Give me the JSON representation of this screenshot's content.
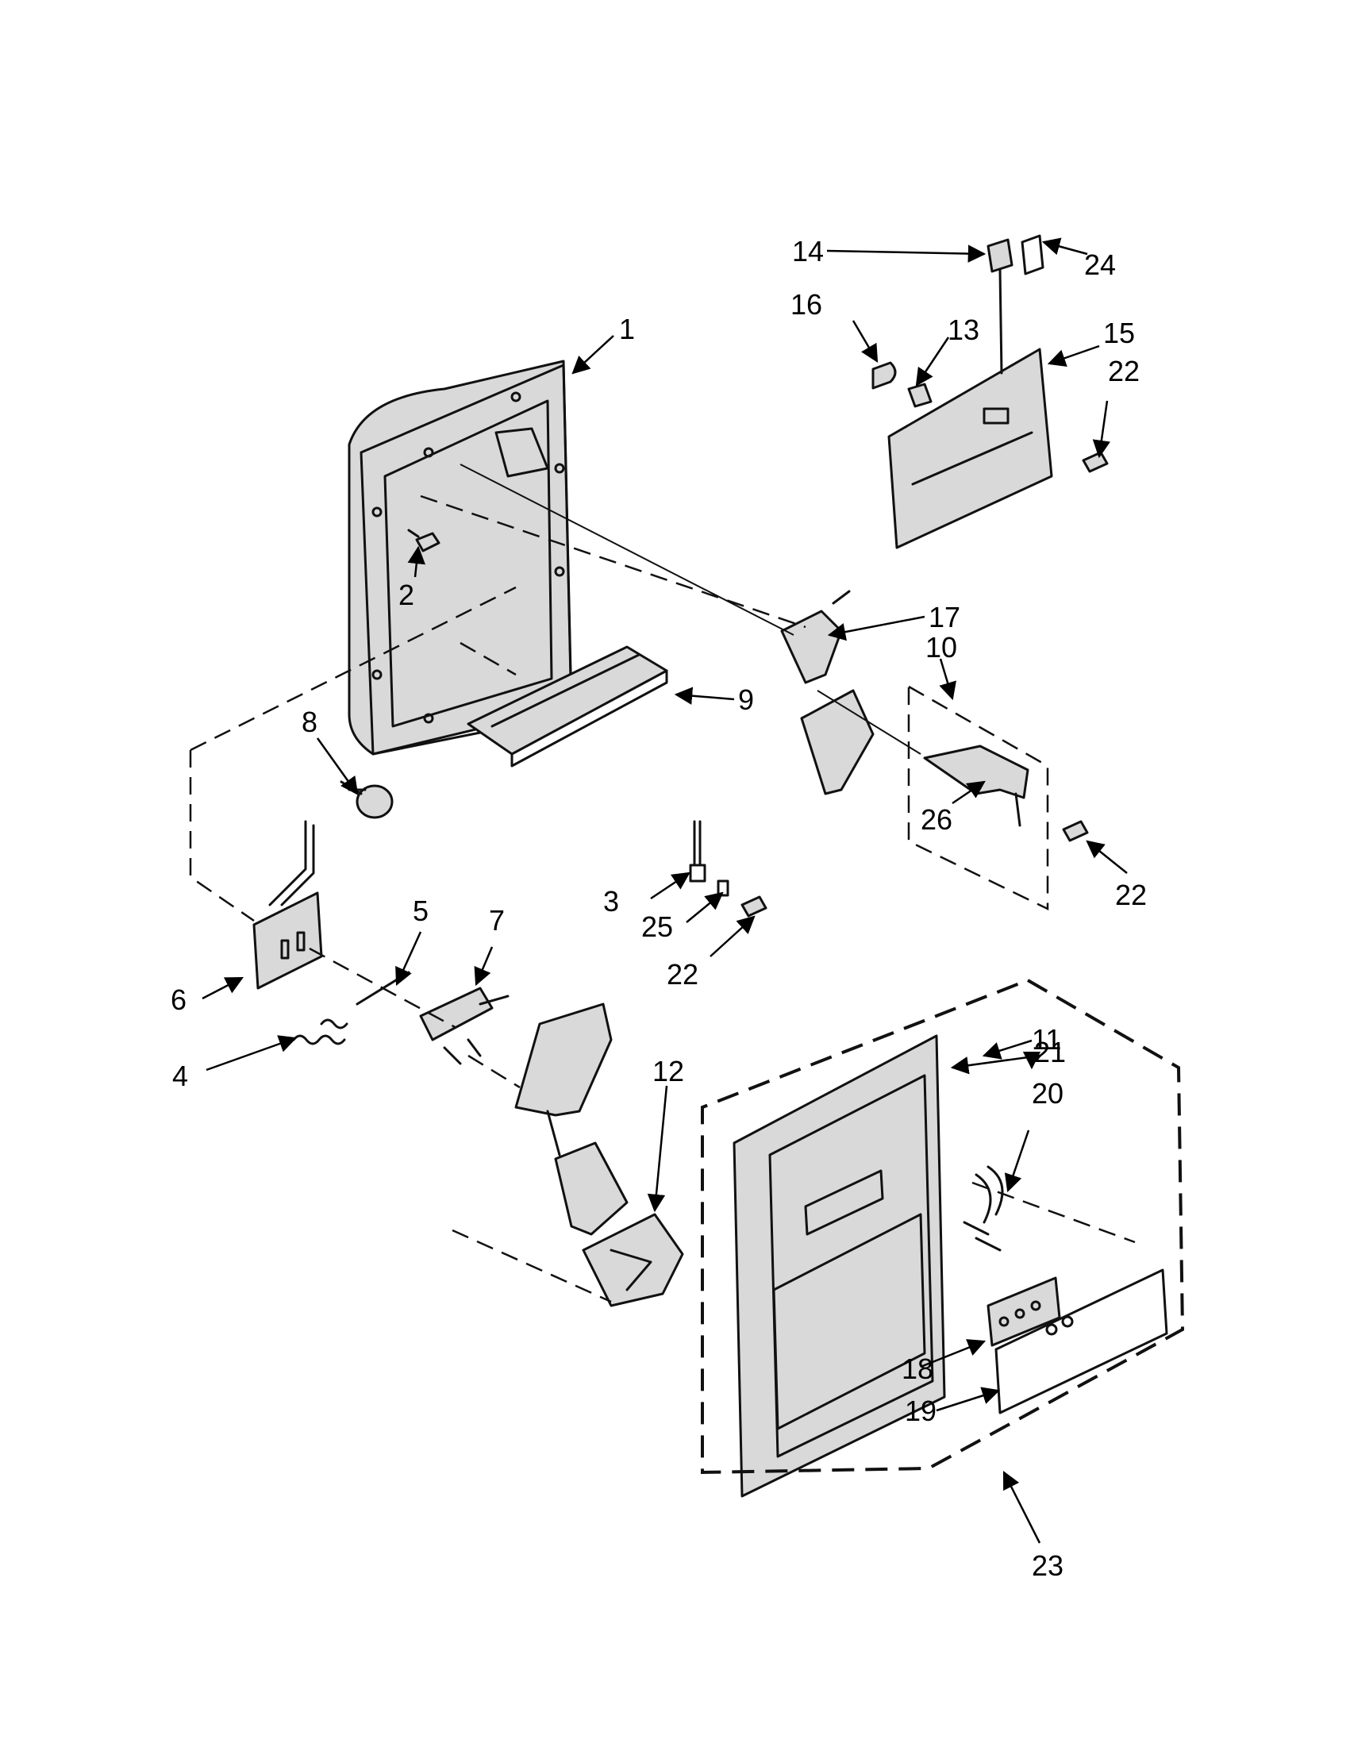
{
  "callouts": [
    {
      "id": "c1",
      "label": "1"
    },
    {
      "id": "c2",
      "label": "2"
    },
    {
      "id": "c3",
      "label": "3"
    },
    {
      "id": "c4",
      "label": "4"
    },
    {
      "id": "c5",
      "label": "5"
    },
    {
      "id": "c6",
      "label": "6"
    },
    {
      "id": "c7",
      "label": "7"
    },
    {
      "id": "c8",
      "label": "8"
    },
    {
      "id": "c9",
      "label": "9"
    },
    {
      "id": "c10",
      "label": "10"
    },
    {
      "id": "c11",
      "label": "11"
    },
    {
      "id": "c12",
      "label": "12"
    },
    {
      "id": "c13",
      "label": "13"
    },
    {
      "id": "c14",
      "label": "14"
    },
    {
      "id": "c15",
      "label": "15"
    },
    {
      "id": "c16",
      "label": "16"
    },
    {
      "id": "c17",
      "label": "17"
    },
    {
      "id": "c18",
      "label": "18"
    },
    {
      "id": "c19",
      "label": "19"
    },
    {
      "id": "c20",
      "label": "20"
    },
    {
      "id": "c21",
      "label": "21"
    },
    {
      "id": "c22a",
      "label": "22"
    },
    {
      "id": "c22b",
      "label": "22"
    },
    {
      "id": "c22c",
      "label": "22"
    },
    {
      "id": "c23",
      "label": "23"
    },
    {
      "id": "c24",
      "label": "24"
    },
    {
      "id": "c25",
      "label": "25"
    },
    {
      "id": "c26",
      "label": "26"
    }
  ],
  "colors": {
    "line": "#111111",
    "part_fill": "#d9d9d9",
    "background": "#ffffff"
  }
}
